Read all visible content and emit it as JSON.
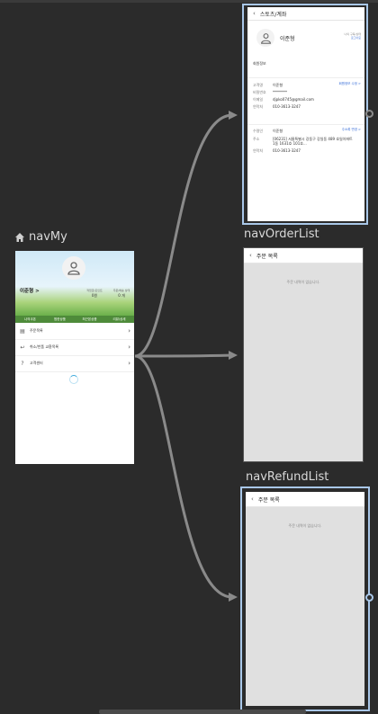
{
  "graph": {
    "start_destination": "navMy",
    "destinations": [
      {
        "id": "navProfile",
        "label": ""
      },
      {
        "id": "navOrderList",
        "label": "navOrderList"
      },
      {
        "id": "navRefundList",
        "label": "navRefundList"
      }
    ],
    "home_label": "navMy"
  },
  "profile_screen": {
    "title": "스토츠/계좌",
    "name": "이준형",
    "badge_line1": "나의 구독/상태",
    "badge_link": "로그아웃",
    "section_label": "회원정보",
    "fields": [
      {
        "key": "고객명",
        "value": "이준형"
      },
      {
        "key": "비밀번호",
        "value": "********"
      },
      {
        "key": "이메일",
        "value": "djpko0745@gmail.com"
      },
      {
        "key": "연락처",
        "value": "010-3613-3247"
      }
    ],
    "edit_link": "회원정보 수정 >",
    "address_fields": [
      {
        "key": "수령인",
        "value": "이준형"
      },
      {
        "key": "주소",
        "value": "[06231] 서울특별시 강동구 강일동 489 호일아파트 1동 1631호 101호..."
      },
      {
        "key": "연락처",
        "value": "010-3613-3247"
      }
    ],
    "address_link": "주소록 변경 >"
  },
  "my_screen": {
    "user_name": "이준형 >",
    "stats": [
      {
        "label": "적립금/포인트",
        "value": "0원"
      },
      {
        "label": "주문/배송 상태",
        "value": "0 개"
      }
    ],
    "tabs": [
      "나의쿠폰",
      "찜한상품",
      "최근본상품",
      "리뷰/상세"
    ],
    "menu": [
      {
        "icon": "receipt-icon",
        "label": "주문목록"
      },
      {
        "icon": "return-icon",
        "label": "취소/반품 교환목록"
      },
      {
        "icon": "help-icon",
        "label": "고객센터"
      }
    ]
  },
  "order_screen": {
    "title": "주문 목록",
    "empty_message": "주문 내역이 없습니다."
  },
  "refund_screen": {
    "title": "주문 목록",
    "empty_message": "주문 내역이 없습니다."
  }
}
